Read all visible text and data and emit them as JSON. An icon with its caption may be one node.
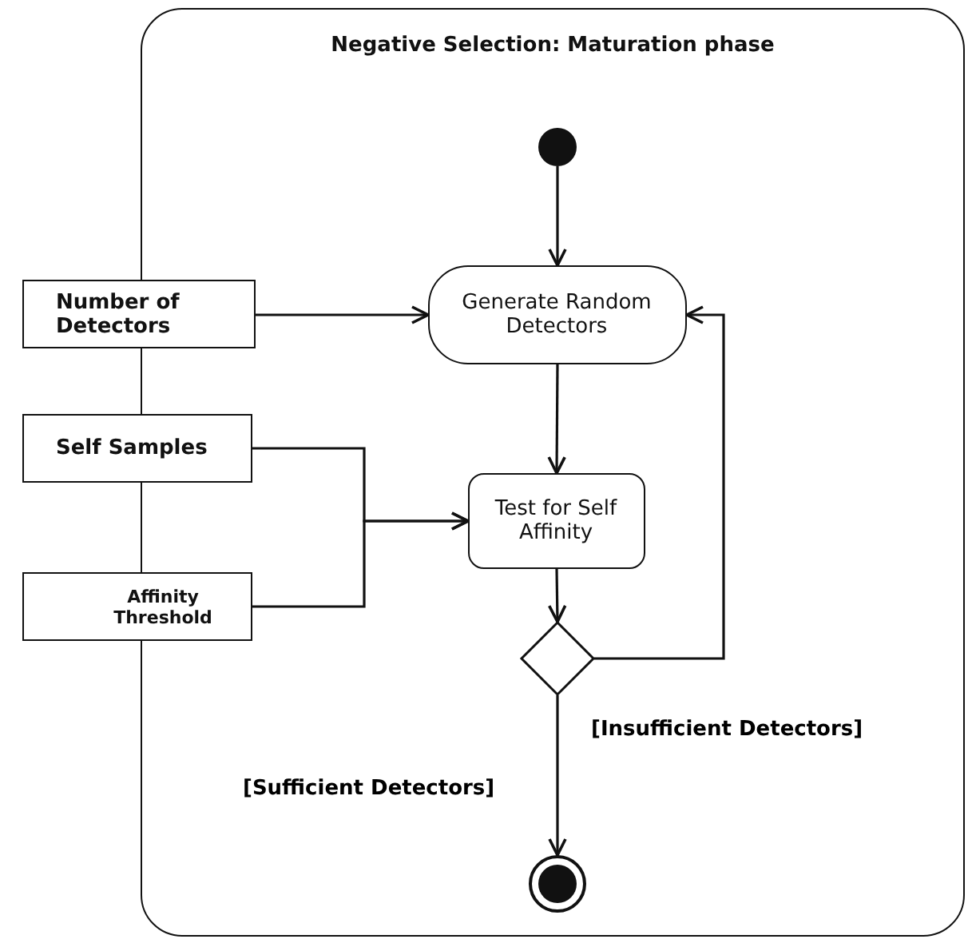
{
  "diagram": {
    "nodes": [
      {
        "text": [
          "Negative Selection: Maturation phase"
        ]
      },
      {
        "text": [],
        "shape": "circle",
        "in": 0
      },
      {
        "text": [
          "Generate Random Detectors"
        ],
        "in": 0
      },
      {
        "text": [
          "Test for Self Affinity"
        ],
        "in": 0
      },
      {
        "text": [],
        "shape": "diamond",
        "in": 0
      },
      {
        "text": [],
        "shape": "circle",
        "in": 0
      },
      {
        "text": [
          "Number of Detectors"
        ]
      },
      {
        "text": [
          "Self Samples"
        ]
      },
      {
        "text": [
          "Affinity Threshold"
        ]
      }
    ],
    "edges": [
      {
        "from": 1,
        "to": 2,
        "arrow": "to"
      },
      {
        "from": 6,
        "to": 2,
        "arrow": "to"
      },
      {
        "from": 2,
        "to": 3,
        "arrow": "to"
      },
      {
        "from": 7,
        "to": 3,
        "arrow": "to"
      },
      {
        "from": 8,
        "to": 3,
        "arrow": "to"
      },
      {
        "from": 3,
        "to": 4,
        "arrow": "to"
      },
      {
        "from": 4,
        "to": 2,
        "label": "[Insufficient Detectors]",
        "arrow": "to"
      },
      {
        "from": 4,
        "to": 5,
        "label": "[Sufficient Detectors]",
        "arrow": "to"
      }
    ]
  }
}
